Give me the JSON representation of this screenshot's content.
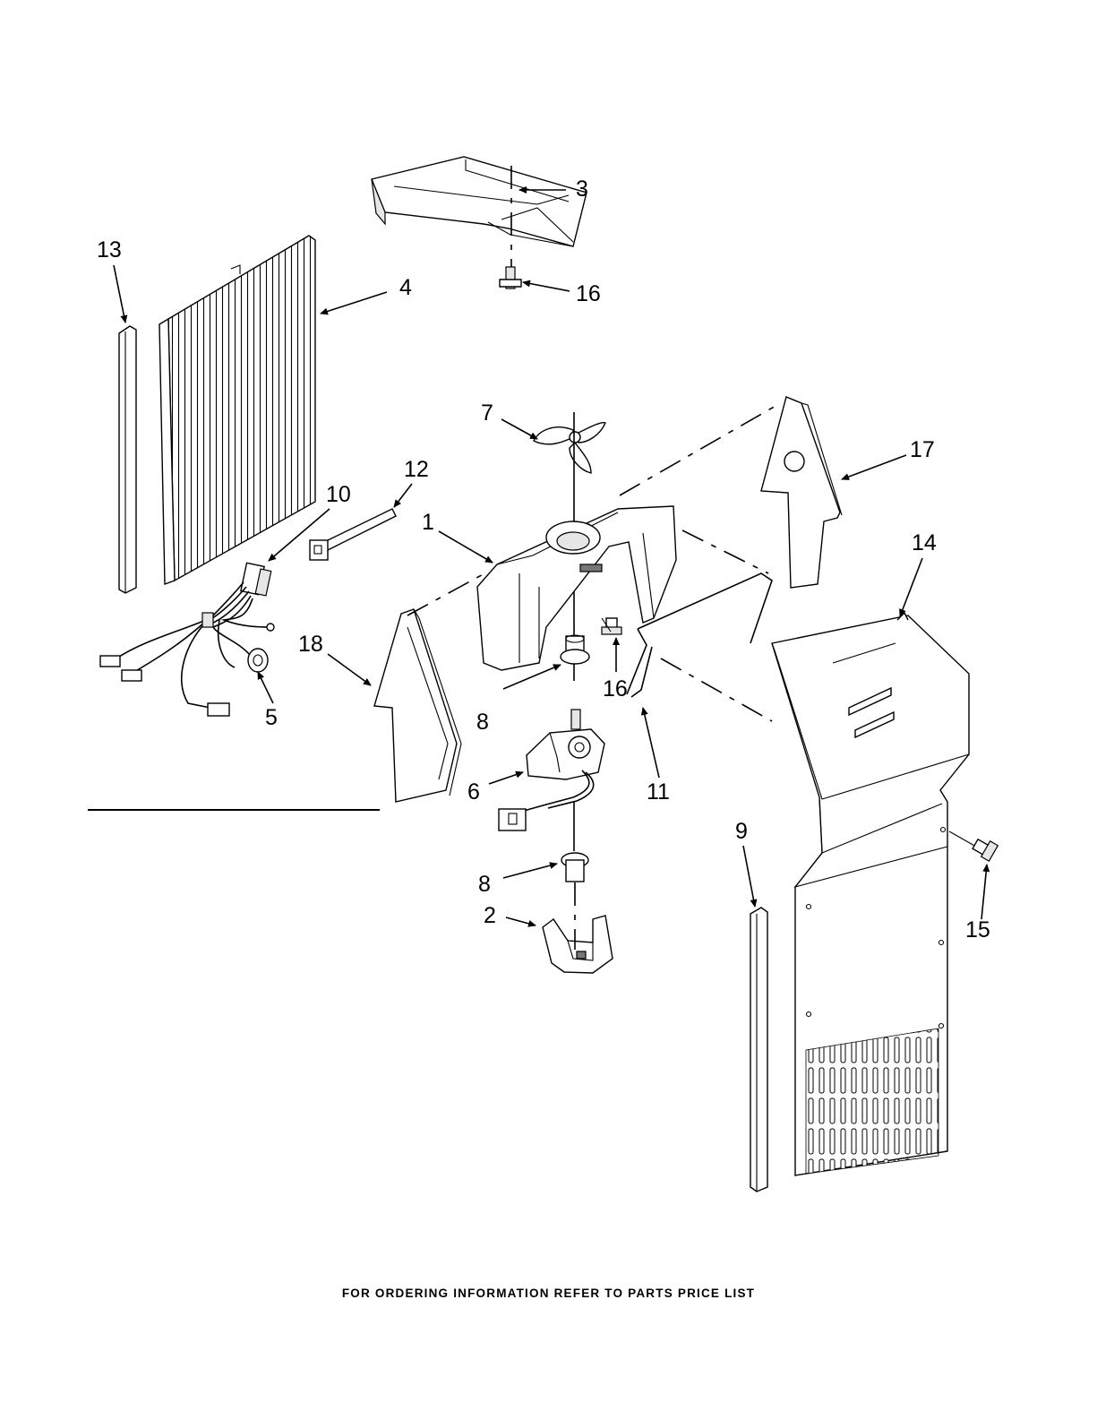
{
  "footer_text": "FOR ORDERING INFORMATION REFER TO PARTS PRICE LIST",
  "callouts": [
    {
      "id": "c3",
      "text": "3"
    },
    {
      "id": "c13",
      "text": "13"
    },
    {
      "id": "c4",
      "text": "4"
    },
    {
      "id": "c16a",
      "text": "16"
    },
    {
      "id": "c7",
      "text": "7"
    },
    {
      "id": "c17",
      "text": "17"
    },
    {
      "id": "c12",
      "text": "12"
    },
    {
      "id": "c10",
      "text": "10"
    },
    {
      "id": "c1",
      "text": "1"
    },
    {
      "id": "c14",
      "text": "14"
    },
    {
      "id": "c18",
      "text": "18"
    },
    {
      "id": "c16b",
      "text": "16"
    },
    {
      "id": "c5",
      "text": "5"
    },
    {
      "id": "c8a",
      "text": "8"
    },
    {
      "id": "c11",
      "text": "11"
    },
    {
      "id": "c6",
      "text": "6"
    },
    {
      "id": "c9",
      "text": "9"
    },
    {
      "id": "c8b",
      "text": "8"
    },
    {
      "id": "c15",
      "text": "15"
    },
    {
      "id": "c2",
      "text": "2"
    }
  ]
}
